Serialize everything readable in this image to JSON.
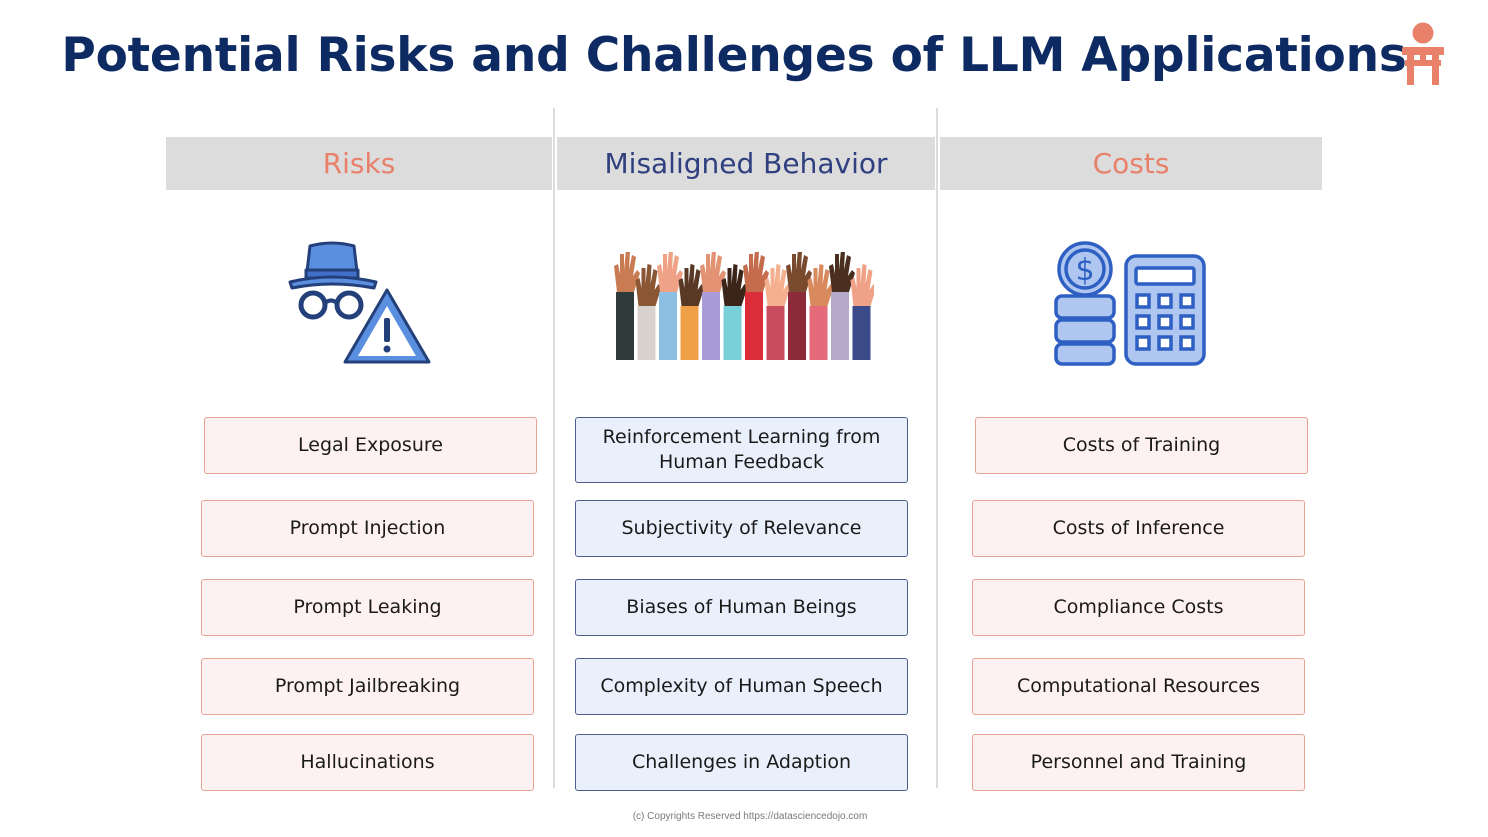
{
  "title": "Potential Risks and Challenges of LLM Applications",
  "colors": {
    "title": "#0d2a62",
    "accent_coral": "#e8806a",
    "accent_navy": "#2f3f7f",
    "icon_blue": "#4a86e0",
    "header_bg": "#dcdcdc"
  },
  "logo": {
    "icon": "torii-gate-logo"
  },
  "columns": [
    {
      "header": "Risks",
      "header_color": "#e8806a",
      "icon": "spy-hat-glasses-warning-icon",
      "items": [
        "Legal Exposure",
        "Prompt Injection",
        "Prompt Leaking",
        "Prompt Jailbreaking",
        "Hallucinations"
      ]
    },
    {
      "header": "Misaligned Behavior",
      "header_color": "#2f3f7f",
      "icon": "raised-hands-crowd-icon",
      "items": [
        "Reinforcement Learning from Human Feedback",
        "Subjectivity of Relevance",
        "Biases of Human Beings",
        "Complexity of Human Speech",
        "Challenges in Adaption"
      ]
    },
    {
      "header": "Costs",
      "header_color": "#e8806a",
      "icon": "coins-calculator-icon",
      "items": [
        "Costs of Training",
        "Costs of Inference",
        "Compliance Costs",
        "Computational Resources",
        "Personnel and Training"
      ]
    }
  ],
  "footer": "(c) Copyrights Reserved  https://datasciencedojo.com"
}
